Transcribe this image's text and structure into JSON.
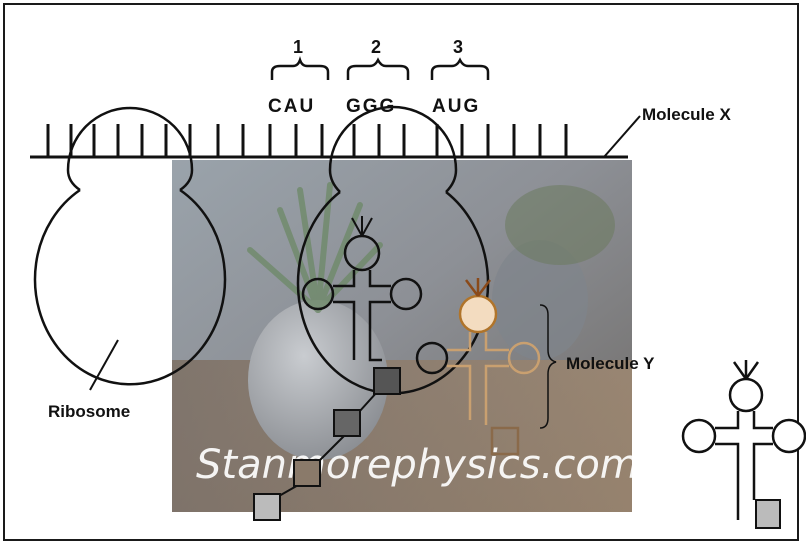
{
  "labels": {
    "molecule_x": "Molecule X",
    "molecule_y": "Molecule Y",
    "ribosome": "Ribosome"
  },
  "codons": [
    {
      "number": "1",
      "bases": "CAU"
    },
    {
      "number": "2",
      "bases": "GGG"
    },
    {
      "number": "3",
      "bases": "AUG"
    }
  ],
  "watermark": "Stanmorephysics.com",
  "colors": {
    "ink": "#111111",
    "amino_acid_dark": "#555555",
    "amino_acid_light": "#bbbbbb",
    "trna_head_fill": "#f3dcc0",
    "trna_head_stroke": "#b0742a"
  }
}
